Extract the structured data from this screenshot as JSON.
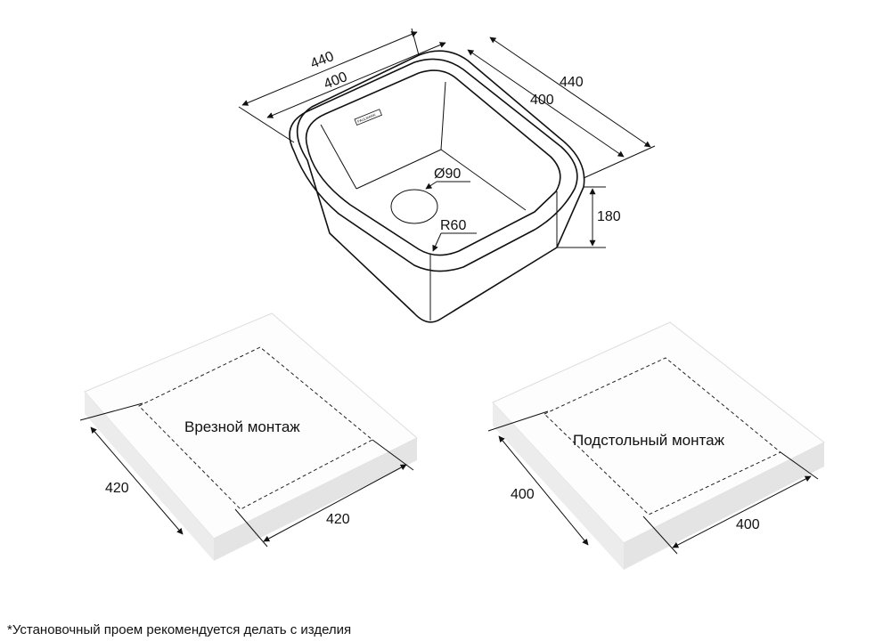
{
  "sink": {
    "outer_length": "440",
    "inner_length": "400",
    "outer_width": "440",
    "inner_width": "400",
    "drain": "Ø90",
    "corner_radius": "R60",
    "depth": "180",
    "brand": "PAULMARK"
  },
  "flush_mount": {
    "title": "Врезной монтаж",
    "left_dimension": "420",
    "bottom_dimension": "420"
  },
  "under_mount": {
    "title": "Подстольный монтаж",
    "left_dimension": "400",
    "bottom_dimension": "400"
  },
  "footnote": "*Установочный проем рекомендуется делать с изделия"
}
